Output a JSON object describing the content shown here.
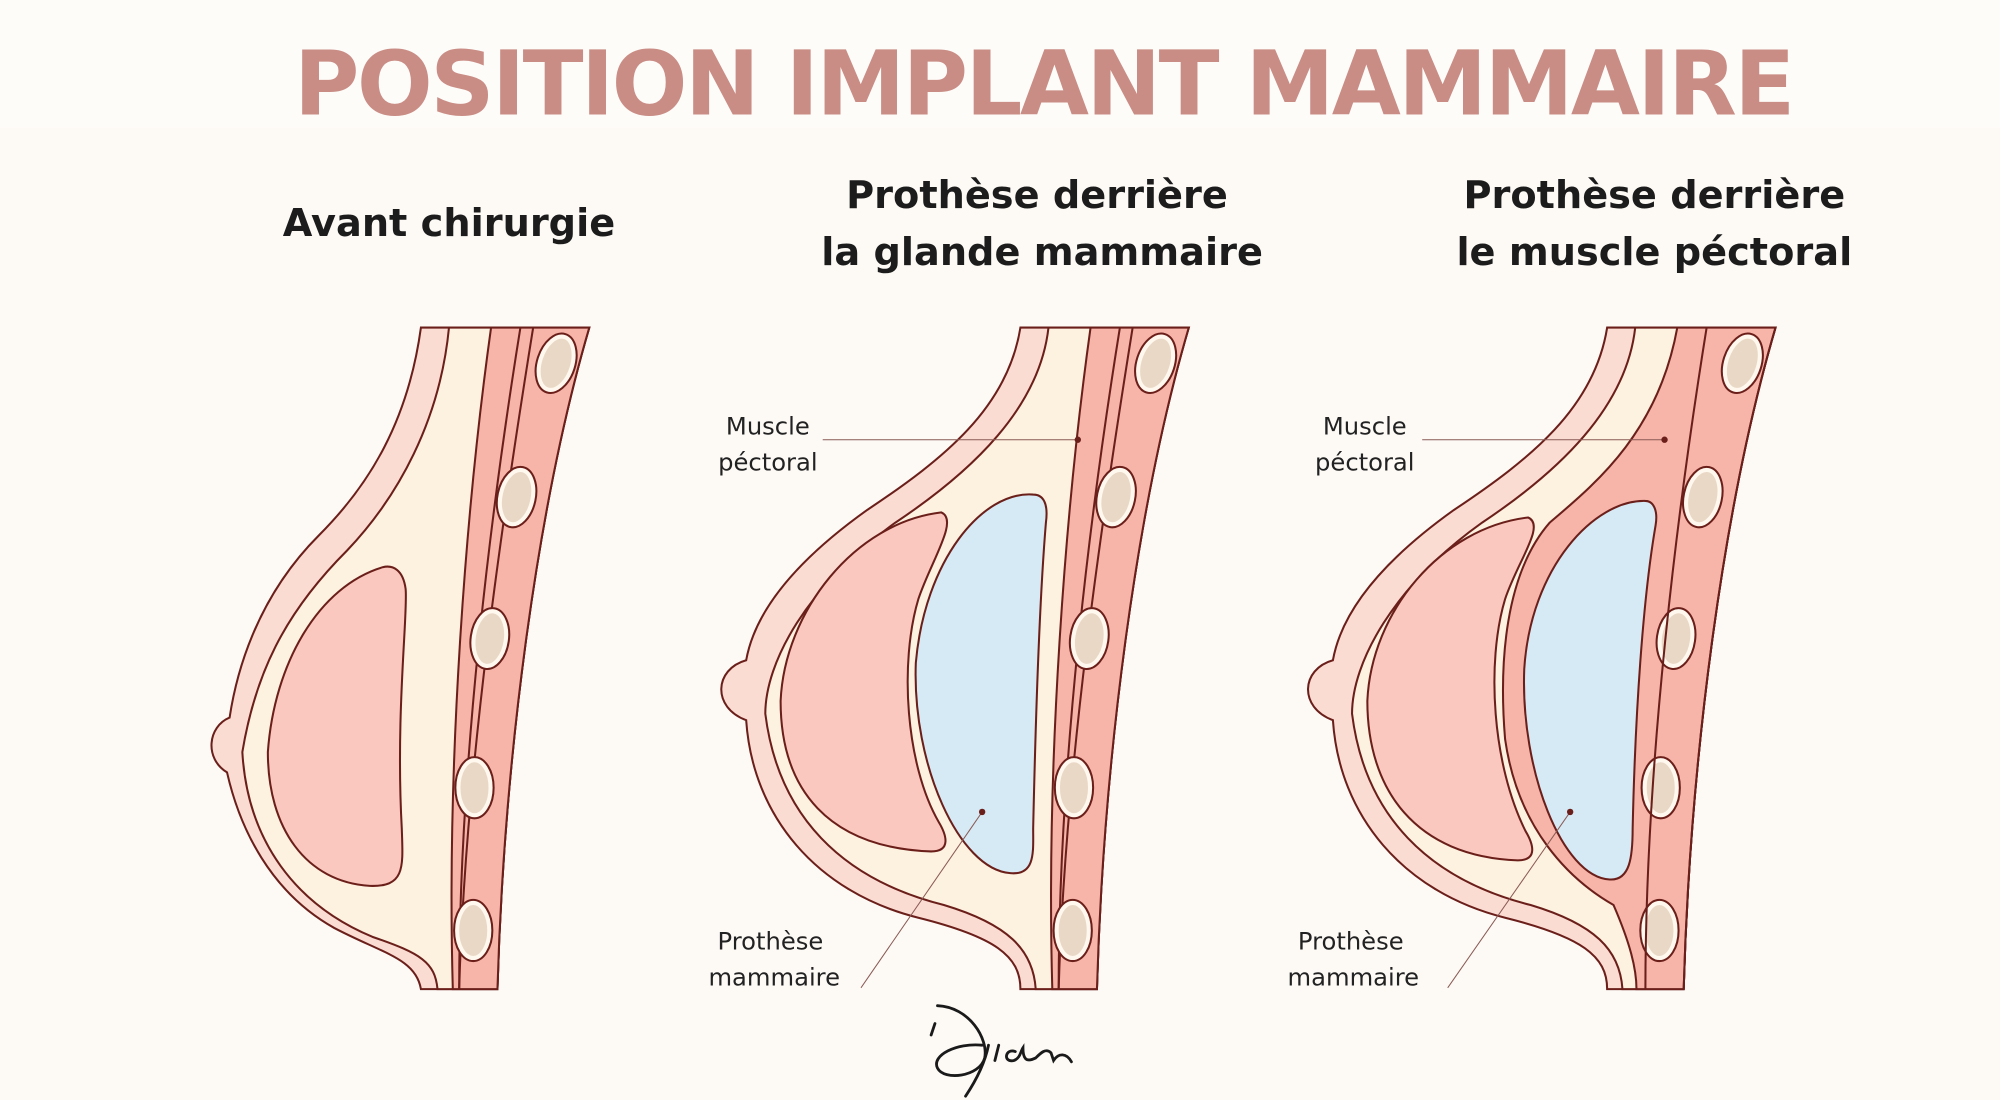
{
  "title": "POSITION IMPLANT MAMMAIRE",
  "panels": [
    {
      "heading": [
        "Avant chirurgie"
      ]
    },
    {
      "heading": [
        "Prothèse derrière",
        "la glande mammaire"
      ],
      "labels": {
        "muscle": [
          "Muscle",
          "péctoral"
        ],
        "implant": [
          "Prothèse",
          "mammaire"
        ]
      }
    },
    {
      "heading": [
        "Prothèse derrière",
        "le muscle péctoral"
      ],
      "labels": {
        "muscle": [
          "Muscle",
          "péctoral"
        ],
        "implant": [
          "Prothèse",
          "mammaire"
        ]
      }
    }
  ],
  "signature": "Djian",
  "colors": {
    "title": "#c98d85",
    "skin": "#fbdcd3",
    "fat": "#fdf1df",
    "muscle": "#f7b4a8",
    "gland": "#fbc8bf",
    "implant": "#d6eaf5",
    "rib": "#ead8c6",
    "background": "#fdfaf6"
  }
}
